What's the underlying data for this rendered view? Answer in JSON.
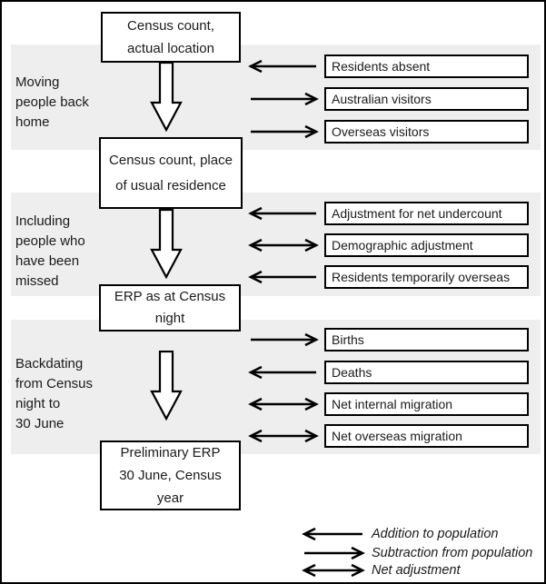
{
  "flow": {
    "boxes": [
      {
        "lines": [
          "Census count,",
          "actual location"
        ]
      },
      {
        "lines": [
          "Census count, place",
          "of usual residence"
        ]
      },
      {
        "lines": [
          "ERP as at Census",
          "night"
        ]
      },
      {
        "lines": [
          "Preliminary ERP",
          "30 June, Census",
          "year"
        ]
      }
    ]
  },
  "stages": [
    {
      "label_lines": [
        "Moving",
        "people back",
        "home"
      ],
      "items": [
        {
          "text": "Residents absent",
          "arrow": "left"
        },
        {
          "text": "Australian visitors",
          "arrow": "right"
        },
        {
          "text": "Overseas visitors",
          "arrow": "right"
        }
      ]
    },
    {
      "label_lines": [
        "Including",
        "people who",
        "have been",
        "missed"
      ],
      "items": [
        {
          "text": "Adjustment for net undercount",
          "arrow": "left"
        },
        {
          "text": "Demographic adjustment",
          "arrow": "both"
        },
        {
          "text": "Residents temporarily overseas",
          "arrow": "left"
        }
      ]
    },
    {
      "label_lines": [
        "Backdating",
        "from Census",
        "night to",
        "30 June"
      ],
      "items": [
        {
          "text": "Births",
          "arrow": "right"
        },
        {
          "text": "Deaths",
          "arrow": "left"
        },
        {
          "text": "Net internal migration",
          "arrow": "both"
        },
        {
          "text": "Net overseas migration",
          "arrow": "both"
        }
      ]
    }
  ],
  "legend": {
    "items": [
      {
        "arrow": "left",
        "label": "Addition to population"
      },
      {
        "arrow": "right",
        "label": "Subtraction from population"
      },
      {
        "arrow": "both",
        "label": "Net adjustment"
      }
    ]
  },
  "colors": {
    "band": "#eeeeee",
    "stroke": "#000000",
    "text": "#1a1a1a"
  }
}
